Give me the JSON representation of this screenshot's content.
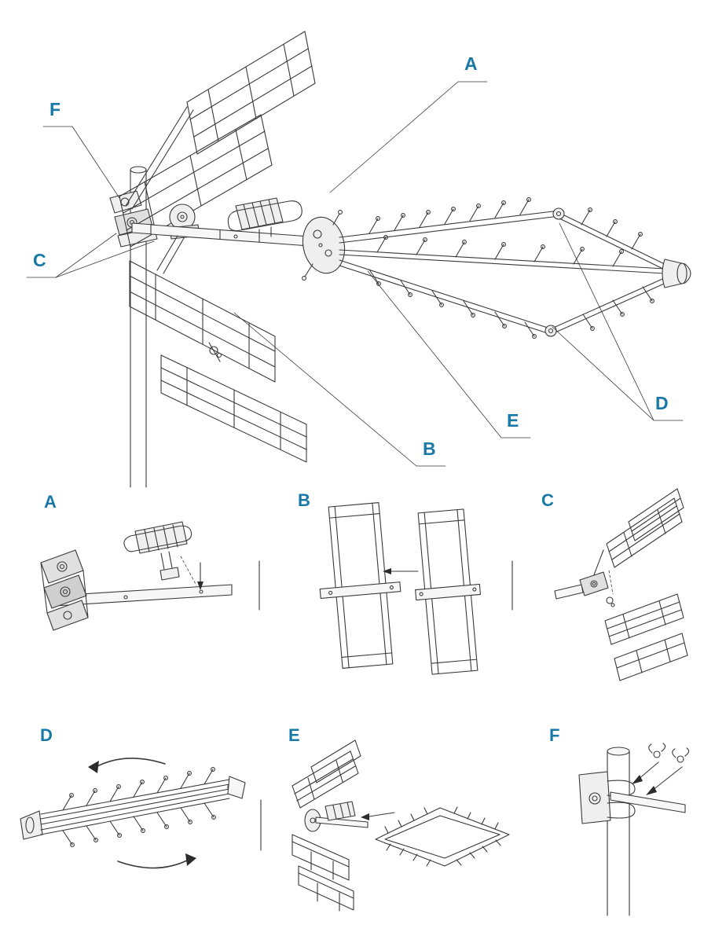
{
  "document": {
    "kind": "antenna-assembly-instruction-diagram",
    "background": "#ffffff"
  },
  "colors": {
    "label_accent": "#1878a6",
    "line_art": "#3a3a3a"
  },
  "main_view": {
    "callouts": [
      {
        "id": "A",
        "label": "A"
      },
      {
        "id": "B",
        "label": "B"
      },
      {
        "id": "C",
        "label": "C"
      },
      {
        "id": "D",
        "label": "D"
      },
      {
        "id": "E",
        "label": "E"
      },
      {
        "id": "F",
        "label": "F"
      }
    ]
  },
  "detail_panels": [
    {
      "id": "A",
      "label": "A"
    },
    {
      "id": "B",
      "label": "B"
    },
    {
      "id": "C",
      "label": "C"
    },
    {
      "id": "D",
      "label": "D"
    },
    {
      "id": "E",
      "label": "E"
    },
    {
      "id": "F",
      "label": "F"
    }
  ]
}
